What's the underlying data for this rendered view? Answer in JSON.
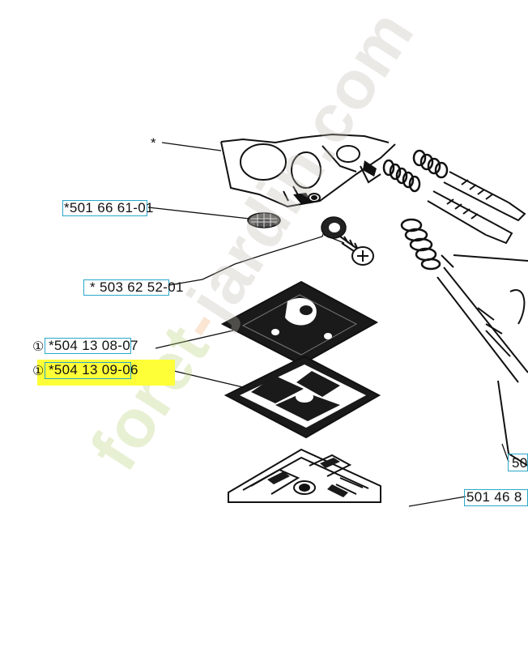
{
  "labels": {
    "top_asterisk": "*",
    "part_1": "*501 66 61-01",
    "part_2": "* 503 62 52-01",
    "part_3": "*504 13 08-07",
    "part_4": "*504 13 09-06",
    "part_5": "50",
    "part_6": "501 46 8",
    "circle_mark": "①"
  },
  "watermark": {
    "text": "foret-jardin.com",
    "color_green": "#b8d17a",
    "color_orange": "#f2b27a",
    "color_gray": "#c2bdb3"
  },
  "colors": {
    "highlight": "#ffff38",
    "box": "#2aa7c9",
    "ink": "#111111"
  }
}
